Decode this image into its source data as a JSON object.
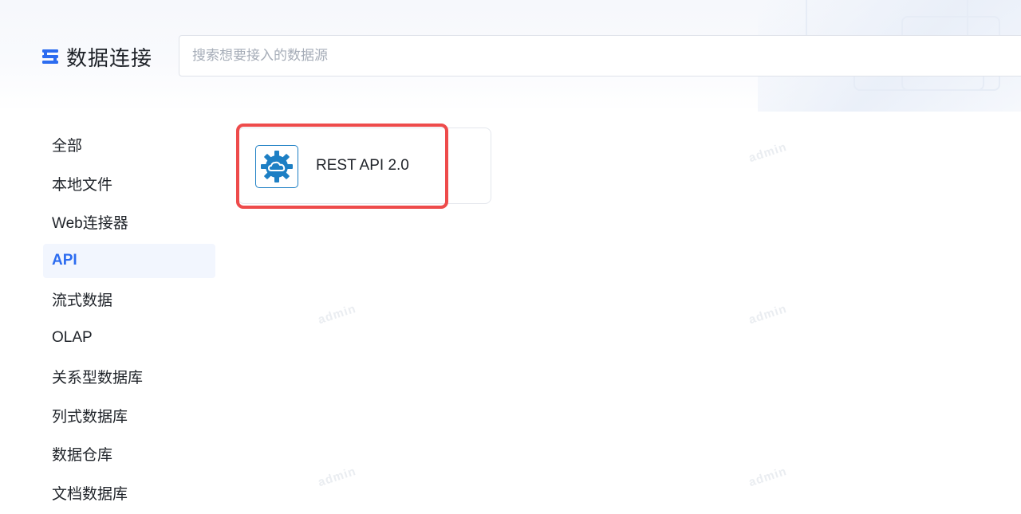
{
  "header": {
    "title": "数据连接",
    "logo_icon": "data-connection-logo-icon",
    "accent": "#2c6cf0"
  },
  "search": {
    "placeholder": "搜索想要接入的数据源",
    "value": ""
  },
  "sidebar": {
    "items": [
      {
        "label": "全部",
        "active": false
      },
      {
        "label": "本地文件",
        "active": false
      },
      {
        "label": "Web连接器",
        "active": false
      },
      {
        "label": "API",
        "active": true
      },
      {
        "label": "流式数据",
        "active": false
      },
      {
        "label": "OLAP",
        "active": false
      },
      {
        "label": "关系型数据库",
        "active": false
      },
      {
        "label": "列式数据库",
        "active": false
      },
      {
        "label": "数据仓库",
        "active": false
      },
      {
        "label": "文档数据库",
        "active": false
      }
    ]
  },
  "connectors": [
    {
      "label": "REST API 2.0",
      "icon": "cloud-gear-icon",
      "icon_color": "#1d7fc4",
      "highlighted": true,
      "highlight_color": "#ee4b4b"
    }
  ],
  "watermark": {
    "text": "admin"
  }
}
